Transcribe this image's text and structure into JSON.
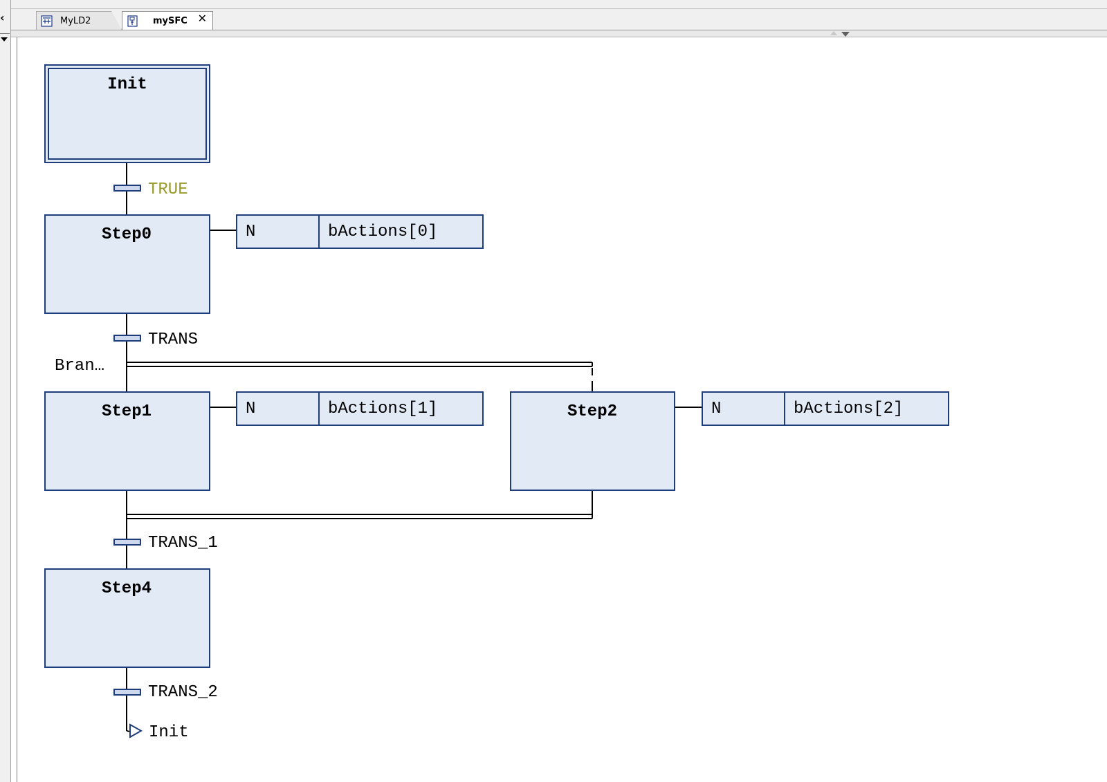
{
  "tabs": [
    {
      "label": "MyLD2",
      "icon": "ld-icon",
      "active": false
    },
    {
      "label": "mySFC",
      "icon": "sfc-icon",
      "active": true,
      "close": "✕"
    }
  ],
  "left_panel": {
    "collapse_glyph": "‹"
  },
  "sfc": {
    "steps": [
      {
        "name": "Init"
      },
      {
        "name": "Step0"
      },
      {
        "name": "Step1"
      },
      {
        "name": "Step2"
      },
      {
        "name": "Step4"
      }
    ],
    "transitions": [
      {
        "label": "TRUE"
      },
      {
        "label": "TRANS"
      },
      {
        "label": "TRANS_1"
      },
      {
        "label": "TRANS_2"
      }
    ],
    "actions": [
      {
        "qualifier": "N",
        "name": "bActions[0]"
      },
      {
        "qualifier": "N",
        "name": "bActions[1]"
      },
      {
        "qualifier": "N",
        "name": "bActions[2]"
      }
    ],
    "branch_label": "Bran…",
    "jump_target": "Init"
  },
  "colors": {
    "step_fill": "#e2eaf6",
    "step_border": "#1f3d7a",
    "true_label": "#9a9a2a",
    "line": "#000000"
  }
}
